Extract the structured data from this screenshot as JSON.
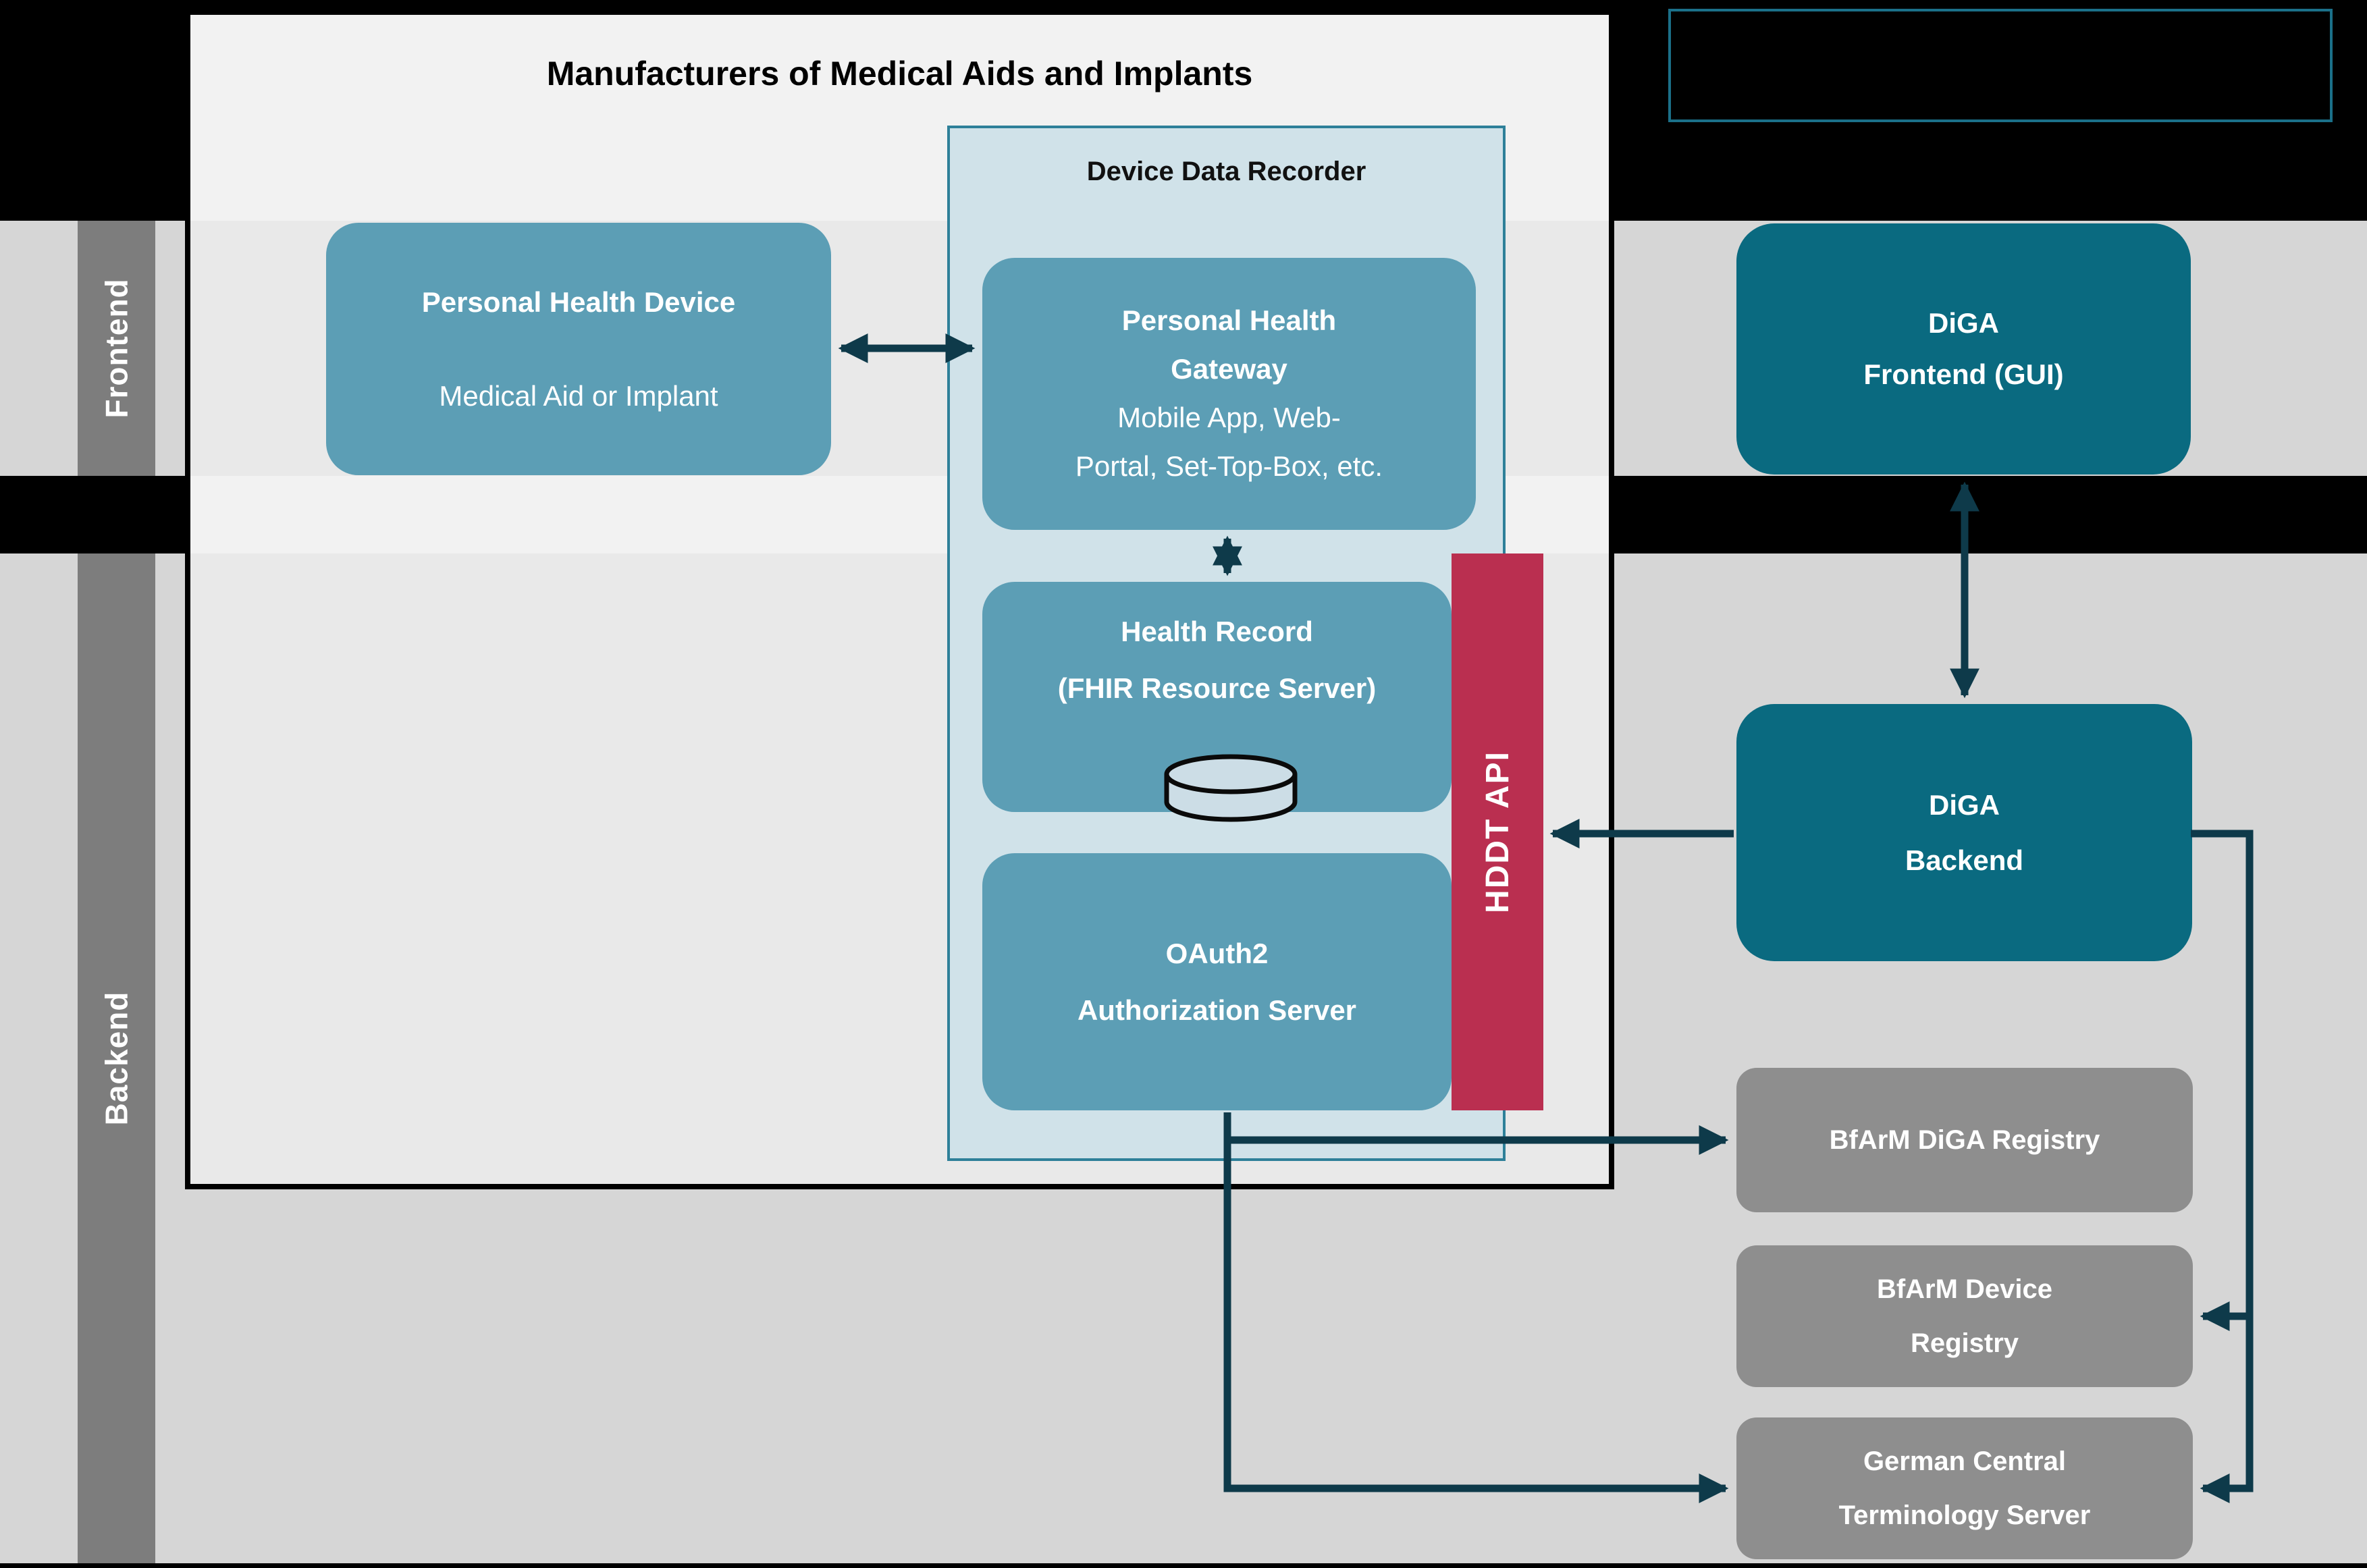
{
  "panel": {
    "title": "Manufacturers of Medical Aids and Implants"
  },
  "lanes": {
    "frontend": {
      "label": "Frontend"
    },
    "backend": {
      "label": "Backend"
    }
  },
  "device_data_recorder": {
    "title": "Device Data Recorder"
  },
  "boxes": {
    "personal_health_device": {
      "title": "Personal Health Device",
      "subtitle": "Medical Aid or Implant"
    },
    "personal_health_gateway": {
      "title_line1": "Personal Health",
      "title_line2": "Gateway",
      "body_line1": "Mobile App, Web-",
      "body_line2": "Portal, Set-Top-Box, etc."
    },
    "health_record": {
      "line1": "Health Record",
      "line2": "(FHIR Resource Server)",
      "icon": "database-cylinder-icon"
    },
    "oauth2_authorization_server": {
      "line1": "OAuth2",
      "line2": "Authorization Server"
    },
    "hddt_api": {
      "label": "HDDT API"
    },
    "diga_frontend": {
      "line1": "DiGA",
      "line2": "Frontend (GUI)"
    },
    "diga_backend": {
      "line1": "DiGA",
      "line2": "Backend"
    },
    "bfarm_diga_registry": {
      "line1": "BfArM DiGA Registry"
    },
    "bfarm_device_registry": {
      "line1": "BfArM Device",
      "line2": "Registry"
    },
    "german_central_terminology_server": {
      "line1": "German Central",
      "line2": "Terminology Server"
    }
  },
  "colors": {
    "background": "#000000",
    "band_gray": "#d6d6d6",
    "band_inner_gray": "#e9e9e9",
    "panel_bg": "#f2f2f2",
    "lane_bar_gray": "#7d7d7d",
    "box_blue": "#5c9eb5",
    "box_teal_dark": "#0a6a80",
    "box_gray": "#8e8e8e",
    "hddt_red": "#ba2f50",
    "arrow_dark": "#0e3a4a",
    "ddr_fill": "#d0e2e9",
    "ddr_border": "#2e8099",
    "empty_box_border": "#1b7089",
    "cylinder_fill": "#ccdde6",
    "title_black": "#000000"
  }
}
